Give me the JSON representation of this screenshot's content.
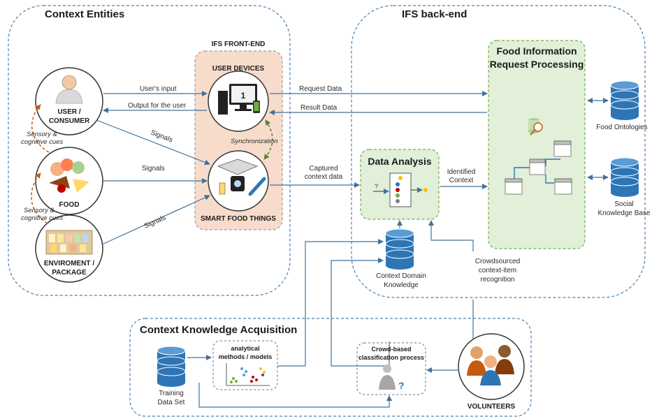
{
  "regions": {
    "context_entities": "Context Entities",
    "ifs_backend": "IFS back-end",
    "knowledge_acquisition": "Context Knowledge Acquisition",
    "ifs_frontend": "IFS FRONT-END",
    "user_devices": "USER DEVICES",
    "smart_food_things": "SMART FOOD THINGS",
    "data_analysis": "Data Analysis",
    "fir_processing_line1": "Food Information",
    "fir_processing_line2": "Request Processing"
  },
  "entities": {
    "user_line1": "USER /",
    "user_line2": "CONSUMER",
    "food": "FOOD",
    "env_line1": "ENVIROMENT /",
    "env_line2": "PACKAGE",
    "volunteers": "VOLUNTEERS"
  },
  "databases": {
    "food_ontologies": "Food Ontologies",
    "social_kb_line1": "Social",
    "social_kb_line2": "Knowledge Base",
    "cdk_line1": "Context Domain",
    "cdk_line2": "Knowledge",
    "training_line1": "Training",
    "training_line2": "Data Set"
  },
  "flows": {
    "users_input": "User's input",
    "output_for_user": "Output for the user",
    "signals_user": "Signals",
    "signals_food": "Signals",
    "signals_env": "Signals",
    "request_data": "Request Data",
    "result_data": "Result Data",
    "synchronization": "Synchronization",
    "captured_line1": "Captured",
    "captured_line2": "context data",
    "identified_line1": "Identified",
    "identified_line2": "Context",
    "crowdsourced_line1": "Crowdsourced",
    "crowdsourced_line2": "context-item",
    "crowdsourced_line3": "recognition",
    "sensory1_line1": "Sensory &",
    "sensory1_line2": "cognitive cues",
    "sensory2_line1": "Sensory &",
    "sensory2_line2": "cognitive cues"
  },
  "processes": {
    "analytical_line1": "analytical",
    "analytical_line2": "methods / models",
    "crowd_line1": "Crowd-based",
    "crowd_line2": "classification process"
  },
  "colors": {
    "arrow": "#41719c",
    "dashed_border": "#4a7fb0",
    "frontend_fill": "#f8dccb",
    "green_fill": "#e2efd9",
    "green_border": "#70ad47",
    "db_fill": "#2e75b6",
    "orange_arrow": "#c55a11"
  }
}
